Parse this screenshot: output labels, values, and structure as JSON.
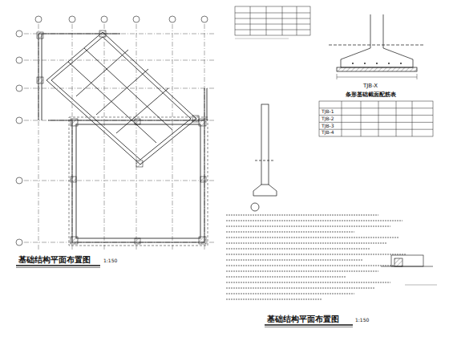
{
  "diagram": {
    "labels": [
      "基础结构平面布置图",
      "1:150",
      "基础结构平面布置图",
      "1:150",
      "TJB-X",
      "条形基础截面配筋表",
      "TJB-1",
      "TJB-2",
      "TJB-3",
      "TJB-4"
    ]
  }
}
